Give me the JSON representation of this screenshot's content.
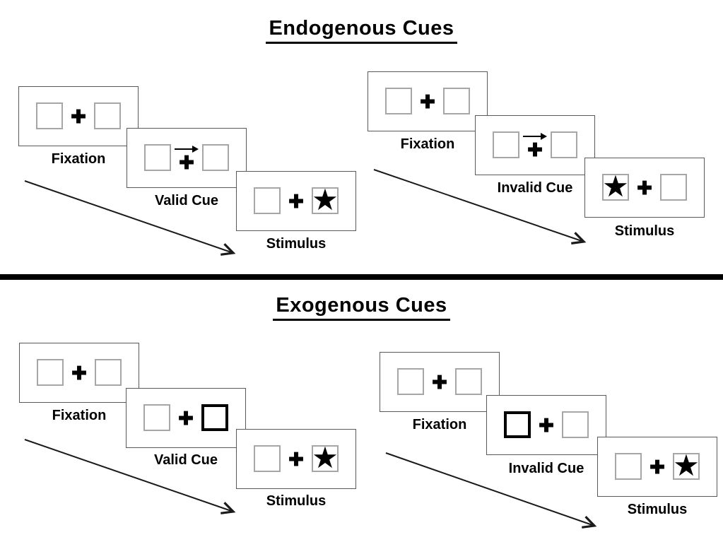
{
  "page": {
    "background": "#ffffff"
  },
  "glyphs": {
    "plus": "✚",
    "star": "★"
  },
  "colors": {
    "ink": "#000000",
    "panel_border": "#595959",
    "box_border": "#a6a6a6",
    "cue_highlight_border": "#000000",
    "divider": "#000000"
  },
  "sections": [
    {
      "title": "Endogenous Cues",
      "sequences": [
        {
          "name": "valid-trial",
          "panels": [
            {
              "label": "Fixation",
              "cue": "none",
              "stimulus_side": "none"
            },
            {
              "label": "Valid Cue",
              "cue": "arrow-right",
              "stimulus_side": "none"
            },
            {
              "label": "Stimulus",
              "cue": "none",
              "stimulus_side": "right"
            }
          ]
        },
        {
          "name": "invalid-trial",
          "panels": [
            {
              "label": "Fixation",
              "cue": "none",
              "stimulus_side": "none"
            },
            {
              "label": "Invalid Cue",
              "cue": "arrow-right",
              "stimulus_side": "none"
            },
            {
              "label": "Stimulus",
              "cue": "none",
              "stimulus_side": "left"
            }
          ]
        }
      ]
    },
    {
      "title": "Exogenous Cues",
      "sequences": [
        {
          "name": "valid-trial",
          "panels": [
            {
              "label": "Fixation",
              "cue": "none",
              "stimulus_side": "none"
            },
            {
              "label": "Valid Cue",
              "cue": "box-highlight-right",
              "stimulus_side": "none"
            },
            {
              "label": "Stimulus",
              "cue": "none",
              "stimulus_side": "right"
            }
          ]
        },
        {
          "name": "invalid-trial",
          "panels": [
            {
              "label": "Fixation",
              "cue": "none",
              "stimulus_side": "none"
            },
            {
              "label": "Invalid Cue",
              "cue": "box-highlight-left",
              "stimulus_side": "none"
            },
            {
              "label": "Stimulus",
              "cue": "none",
              "stimulus_side": "right"
            }
          ]
        }
      ]
    }
  ]
}
